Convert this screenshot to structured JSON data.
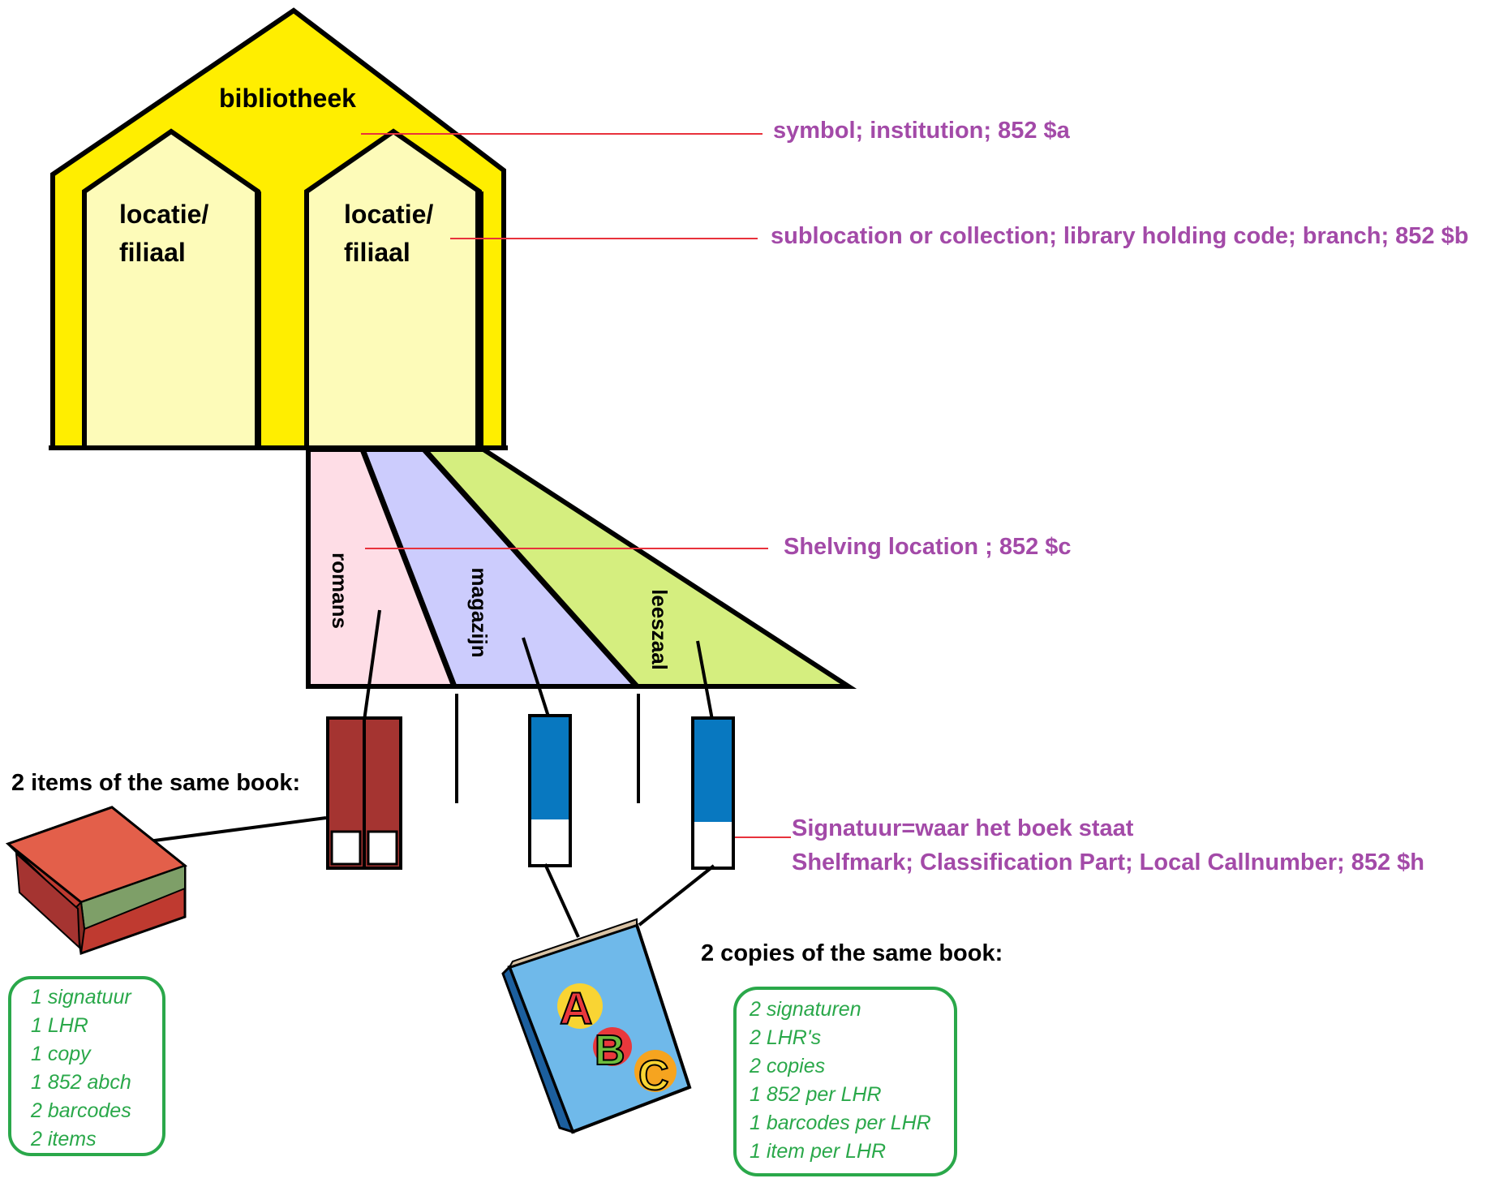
{
  "colors": {
    "annotation": "#a34aa8",
    "leader_line": "#e8323c",
    "box_text": "#2aa84a",
    "box_border": "#2aa84a",
    "building_frame": "#ffee00",
    "building_inner": "#fdfbb9",
    "romans_fill": "#fedde6",
    "magazijn_fill": "#ccccfd",
    "leeszaal_fill": "#d5ee7f",
    "item_book_spine": "#a53431",
    "copy_book_spine": "#0878c0",
    "outline": "#000000"
  },
  "building": {
    "title": "bibliotheek",
    "branch_left": {
      "line1": "locatie/",
      "line2": "filiaal"
    },
    "branch_right": {
      "line1": "locatie/",
      "line2": "filiaal"
    }
  },
  "shelving": {
    "romans": "romans",
    "magazijn": "magazijn",
    "leeszaal": "leeszaal"
  },
  "annotations": {
    "institution": "symbol; institution; 852 $a",
    "sublocation": "sublocation or collection; library holding code; branch; 852 $b",
    "shelving": "Shelving location ; 852 $c",
    "signatuur_line1": "Signatuur=waar het boek staat",
    "signatuur_line2": "Shelfmark; Classification Part; Local Callnumber; 852 $h"
  },
  "items_example": {
    "heading": "2 items of the same book:",
    "lines": [
      "1 signatuur",
      "1 LHR",
      "1 copy",
      "1 852 abch",
      "2 barcodes",
      "2 items"
    ],
    "icon": "red-book-icon"
  },
  "copies_example": {
    "heading": "2 copies of the same book:",
    "lines": [
      "2 signaturen",
      "2 LHR's",
      "2 copies",
      "1 852 per LHR",
      "1 barcodes per LHR",
      "1 item per LHR"
    ],
    "icon": "abc-book-icon",
    "book_letters": [
      "A",
      "B",
      "C"
    ]
  }
}
